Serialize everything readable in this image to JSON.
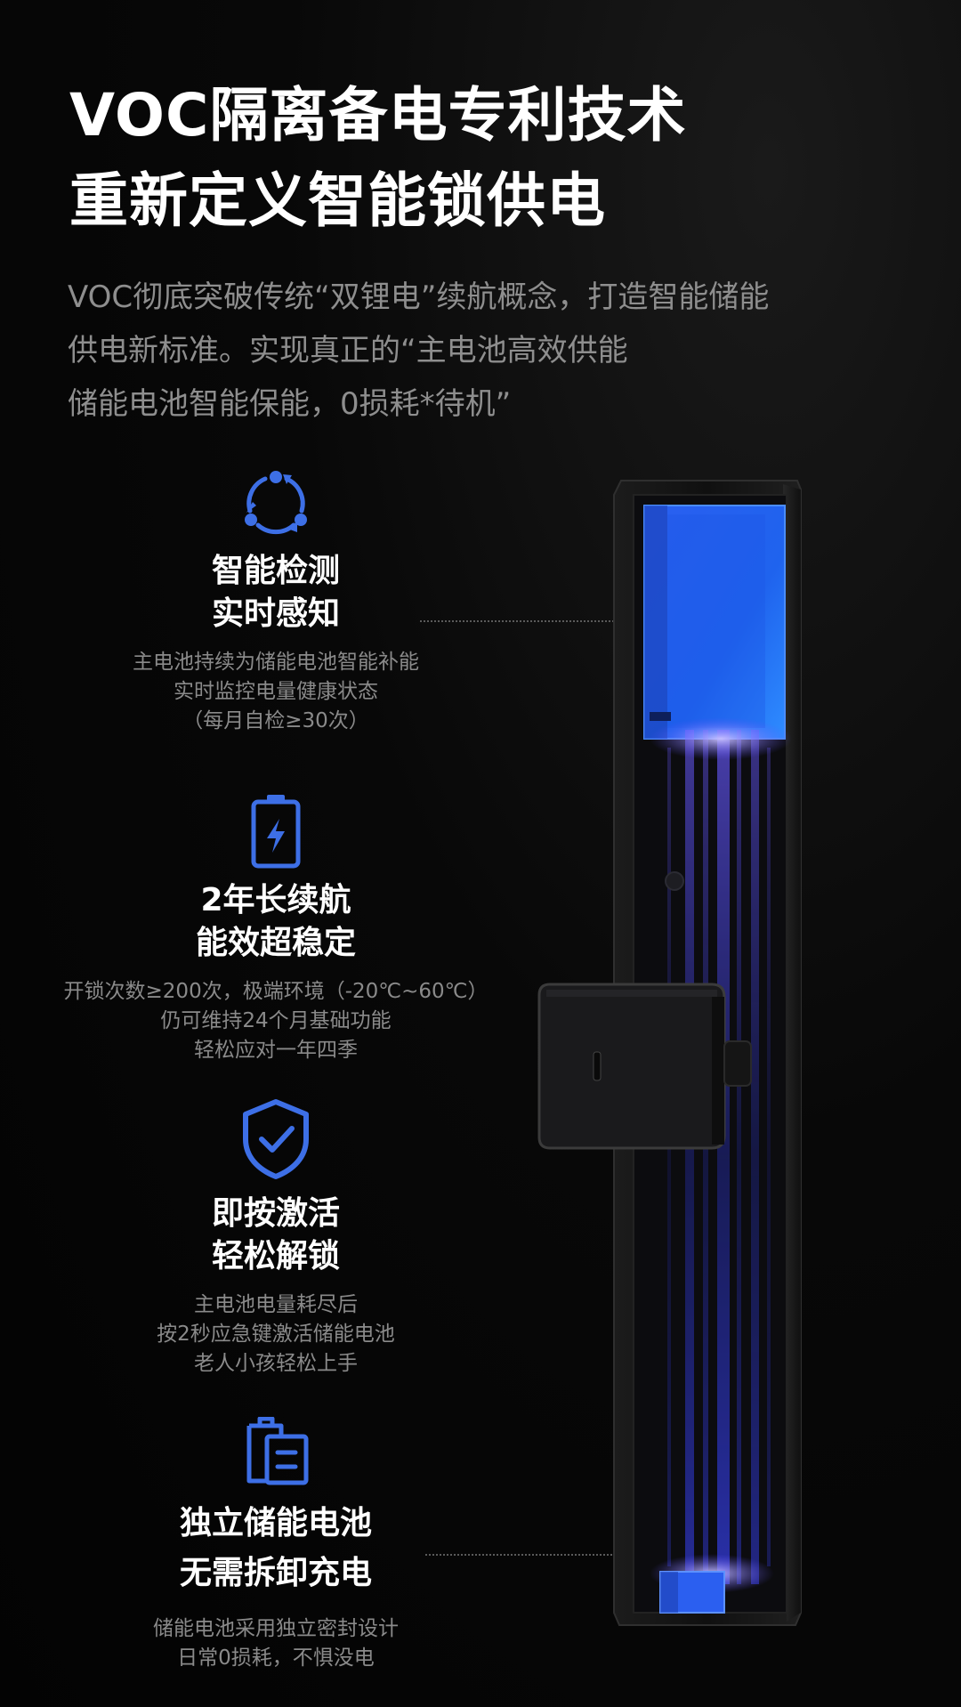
{
  "header": {
    "title_lines": [
      "VOC隔离备电专利技术",
      "重新定义智能锁供电"
    ],
    "subtitle_lines": [
      "VOC彻底突破传统“双锂电”续航概念，打造智能储能",
      "供电新标准。实现真正的“主电池高效供能",
      "储能电池智能保能，0损耗*待机”"
    ]
  },
  "features": [
    {
      "icon": "cycle-detect-icon",
      "heading_lines": [
        "智能检测",
        "实时感知"
      ],
      "desc_lines": [
        "主电池持续为储能电池智能补能",
        "实时监控电量健康状态",
        "（每月自检≥30次）"
      ]
    },
    {
      "icon": "battery-charge-icon",
      "heading_lines": [
        "2年长续航",
        "能效超稳定"
      ],
      "desc_lines": [
        "开锁次数≥200次，极端环境（-20℃~60℃）",
        "仍可维持24个月基础功能",
        "轻松应对一年四季"
      ]
    },
    {
      "icon": "shield-check-icon",
      "heading_lines": [
        "即按激活",
        "轻松解锁"
      ],
      "desc_lines": [
        "主电池电量耗尽后",
        "按2秒应急键激活储能电池",
        "老人小孩轻松上手"
      ]
    },
    {
      "icon": "storage-battery-icon",
      "heading_lines": [
        "独立储能电池",
        "无需拆卸充电"
      ],
      "desc_lines": [
        "储能电池采用独立密封设计",
        "日常0损耗，不惧没电"
      ]
    }
  ],
  "colors": {
    "accent": "#3d6fe6",
    "battery_top": "#1f5ff0",
    "battery_glow": "#2b8cff",
    "text_gray": "#8a8a8a"
  }
}
